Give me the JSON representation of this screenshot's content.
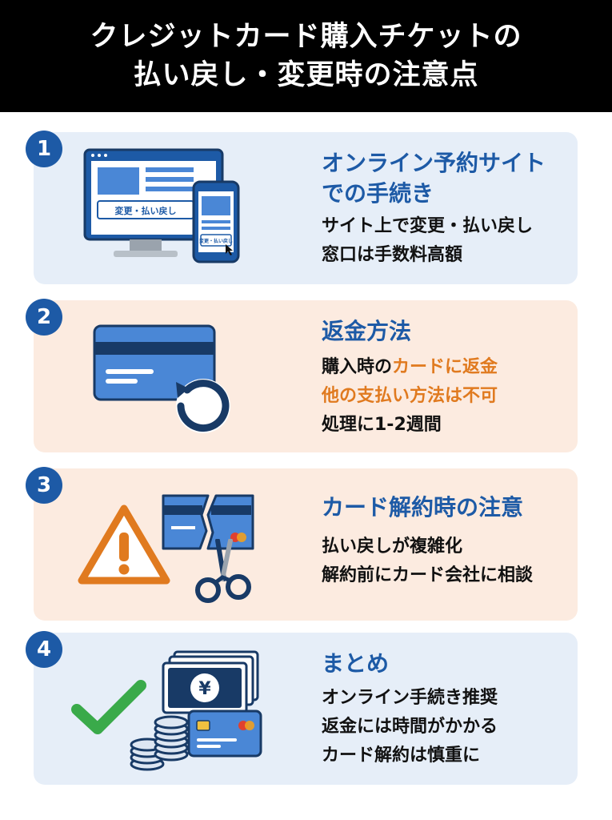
{
  "header": {
    "line1": "クレジットカード購入チケットの",
    "line2": "払い戻し・変更時の注意点"
  },
  "sections": [
    {
      "number": "1",
      "title_line1": "オンライン予約サイト",
      "title_line2": "での手続き",
      "lines": [
        "サイト上で変更・払い戻し",
        "窓口は手数料高額"
      ],
      "illustration": {
        "icon": "computer-and-phone-icon",
        "monitor_button": "変更・払い戻し",
        "phone_button": "変更・払い戻し"
      }
    },
    {
      "number": "2",
      "title": "返金方法",
      "line1_prefix": "購入時の",
      "line1_highlight": "カードに返金",
      "line2_highlight": "他の支払い方法は不可",
      "line3": "処理に1-2週間",
      "illustration": {
        "icon": "card-refund-icon"
      }
    },
    {
      "number": "3",
      "title": "カード解約時の注意",
      "lines": [
        "払い戻しが複雑化",
        "解約前にカード会社に相談"
      ],
      "illustration": {
        "icons": [
          "warning-icon",
          "cut-card-icon",
          "scissors-icon"
        ]
      }
    },
    {
      "number": "4",
      "title": "まとめ",
      "lines": [
        "オンライン手続き推奨",
        "返金には時間がかかる",
        "カード解約は慎重に"
      ],
      "illustration": {
        "icons": [
          "checkmark-icon",
          "yen-bills-icon",
          "coins-icon",
          "credit-card-icon"
        ],
        "bill_symbol": "¥"
      }
    }
  ],
  "colors": {
    "header_bg": "#000000",
    "accent_blue": "#1d5aa6",
    "accent_orange": "#e07a1f",
    "card_blue": "#e6eef8",
    "card_peach": "#fcebe0",
    "check_green": "#3aaa4a"
  }
}
